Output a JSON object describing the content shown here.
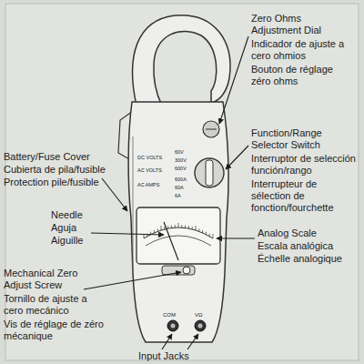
{
  "diagram": {
    "labels": [
      "Zero Ohms Adjustment Dial",
      "Indicador de ajuste a cero ohmios",
      "Bouton de réglage zéro ohms",
      "Function/Range Selector Switch",
      "Interruptor de selección función/rango",
      "Interrupteur de sélection de fonction/fourchette",
      "Battery/Fuse Cover",
      "Cubierta de pila/fusible",
      "Protection pile/fusible",
      "Needle",
      "Aguja",
      "Aiguille",
      "Analog Scale",
      "Escala analógica",
      "Échelle analogique",
      "Mechanical Zero Adjust Screw",
      "Tornillo de ajuste a cero mecánico",
      "Vis de réglage de zéro mécanique",
      "Input Jacks",
      "COM",
      "VΩ",
      "DC VOLTS",
      "AC VOLTS",
      "AC AMPS",
      "60V",
      "300V",
      "600V",
      "600A",
      "60A",
      "6A"
    ]
  }
}
